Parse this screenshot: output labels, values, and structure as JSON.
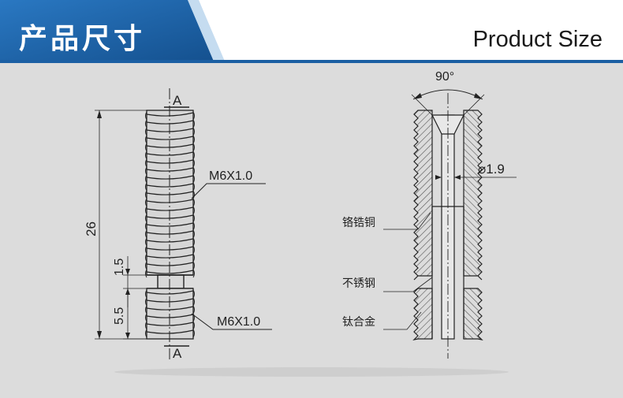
{
  "header": {
    "title_zh": "产品尺寸",
    "title_en": "Product Size",
    "accent_color": "#1b5fa3"
  },
  "drawing_left": {
    "section_marker_top": "A",
    "section_marker_bottom": "A",
    "thread_top": "M6X1.0",
    "thread_bottom": "M6X1.0",
    "dim_total": "26",
    "dim_gap": "1.5",
    "dim_bottom": "5.5"
  },
  "drawing_right": {
    "angle": "90°",
    "diameter": "⌀1.9",
    "material_top": "铬锆铜",
    "material_mid": "不锈钢",
    "material_bottom": "钛合金"
  }
}
